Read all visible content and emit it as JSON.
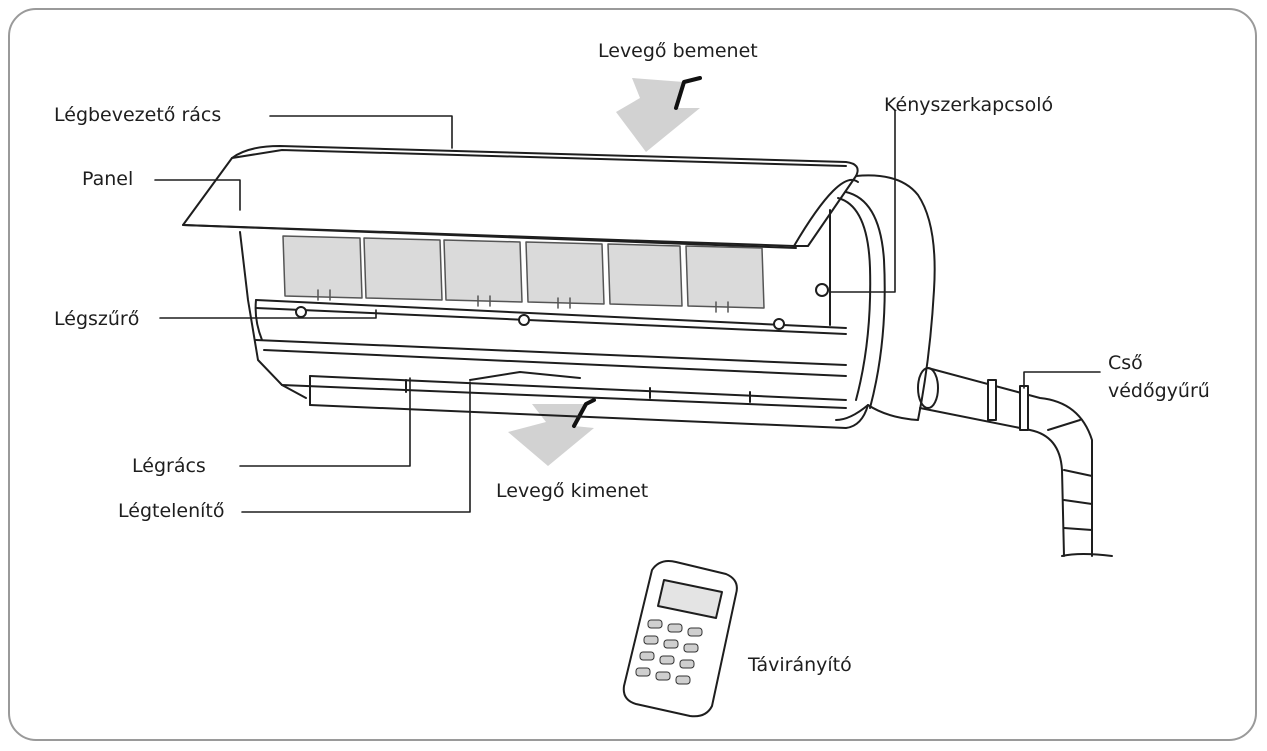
{
  "labels": {
    "air_inlet": "Levegő bemenet",
    "air_outlet": "Levegő kimenet",
    "intake_grille": "Légbevezető rács",
    "panel": "Panel",
    "air_filter": "Légszűrő",
    "louver": "Légrács",
    "deodorizer": "Légtelenítő",
    "forced_switch": "Kényszerkapcsoló",
    "pipe_line1": "Cső",
    "pipe_line2": "védőgyűrű",
    "remote": "Távirányító"
  },
  "icons": {
    "inlet_arrow": "arrow-down-icon",
    "outlet_arrow": "arrow-down-icon"
  },
  "colors": {
    "line": "#1e1e1e",
    "arrow_fill": "#d2d2d2",
    "filter_fill": "#dadada",
    "frame": "#9a9a9a"
  }
}
